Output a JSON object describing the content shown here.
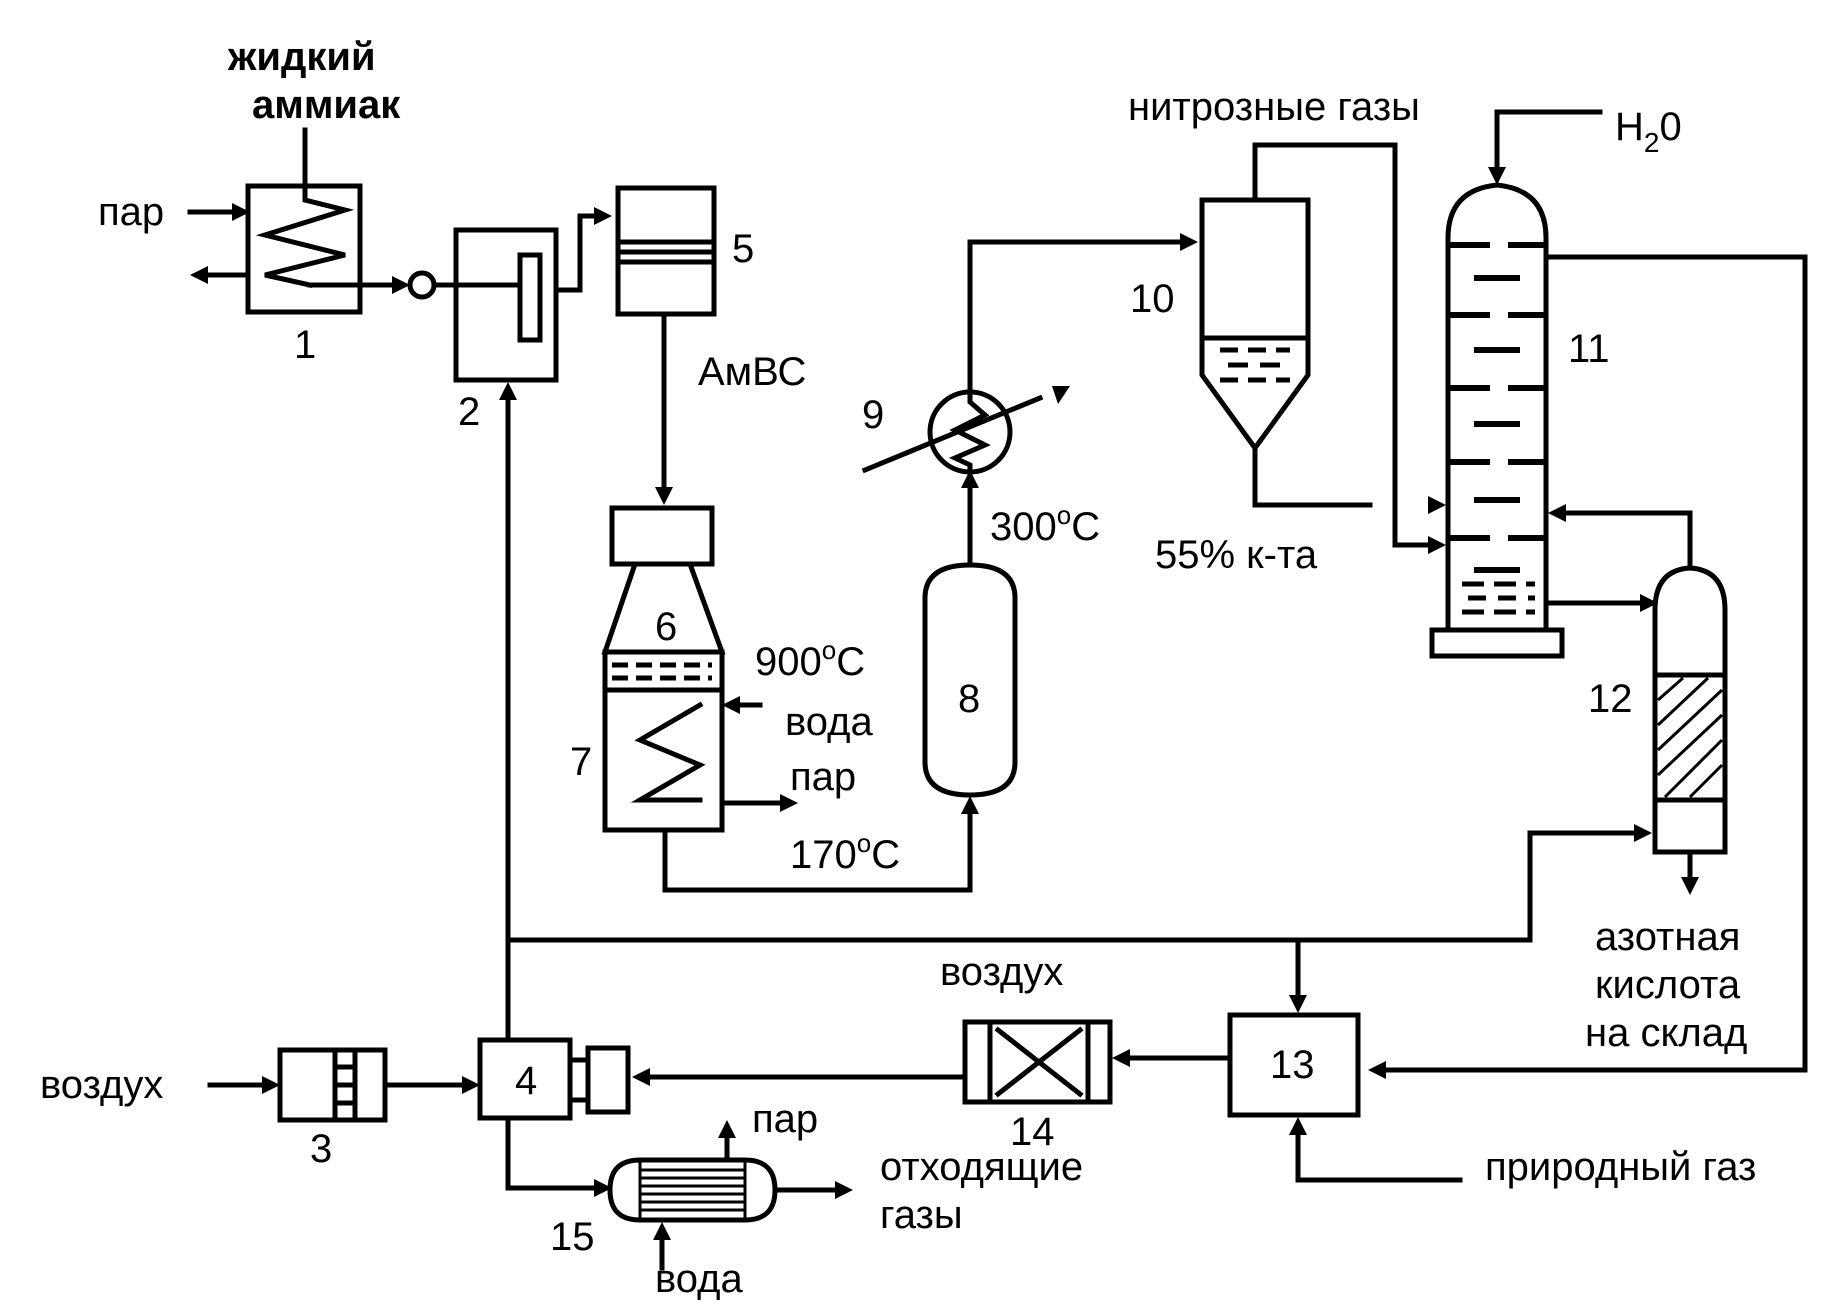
{
  "labels": {
    "liquid_ammonia_1": "жидкий",
    "liquid_ammonia_2": "аммиак",
    "steam_in_1": "пар",
    "amvs": "АмВС",
    "nitrous_gases": "нитрозные газы",
    "water_top_h": "H",
    "water_top_2": "2",
    "water_top_o": "0",
    "t_300": "300",
    "t_300_unit": "C",
    "t_300_deg": "o",
    "acid_55": "55% к-та",
    "t_900": "900",
    "t_900_deg": "o",
    "t_900_unit": "C",
    "water_7": "вода",
    "steam_7": "пар",
    "t_170": "170",
    "t_170_deg": "o",
    "t_170_unit": "C",
    "nitric_1": "азотная",
    "nitric_2": "кислота",
    "nitric_3": "на склад",
    "air_top": "воздух",
    "air_left": "воздух",
    "steam_15": "пар",
    "offgas_1": "отходящие",
    "offgas_2": "газы",
    "water_15": "вода",
    "natural_gas": "природный газ"
  },
  "units": {
    "n1": "1",
    "n2": "2",
    "n3": "3",
    "n4": "4",
    "n5": "5",
    "n6": "6",
    "n7": "7",
    "n8": "8",
    "n9": "9",
    "n10": "10",
    "n11": "11",
    "n12": "12",
    "n13": "13",
    "n14": "14",
    "n15": "15"
  }
}
